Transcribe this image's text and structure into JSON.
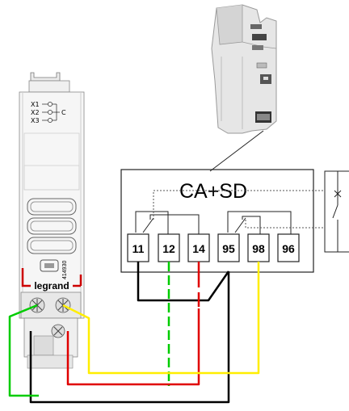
{
  "module": {
    "title": "CA+SD",
    "terminals": [
      "11",
      "12",
      "14",
      "95",
      "98",
      "96"
    ]
  },
  "breaker": {
    "brand": "legrand",
    "ref": "414930",
    "aux_labels": [
      "X1",
      "X2",
      "X3"
    ],
    "aux_common": "C"
  },
  "wires": [
    {
      "color": "#000000",
      "name": "black"
    },
    {
      "color": "#00cc00",
      "name": "green"
    },
    {
      "color": "#e00000",
      "name": "red"
    },
    {
      "color": "#ffee00",
      "name": "yellow"
    }
  ],
  "accent": "#cc0000"
}
